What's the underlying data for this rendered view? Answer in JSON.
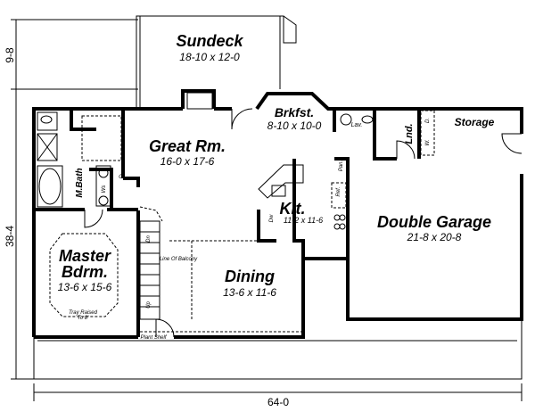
{
  "rooms": {
    "sundeck": {
      "name": "Sundeck",
      "size": "18-10 x 12-0"
    },
    "great_room": {
      "name": "Great Rm.",
      "size": "16-0 x 17-6"
    },
    "breakfast": {
      "name": "Brkfst.",
      "size": "8-10 x 10-0"
    },
    "kitchen": {
      "name": "Kit.",
      "size": "11-2 x 11-6"
    },
    "garage": {
      "name": "Double Garage",
      "size": "21-8 x 20-8"
    },
    "dining": {
      "name": "Dining",
      "size": "13-6 x 11-6"
    },
    "master": {
      "name_line1": "Master",
      "name_line2": "Bdrm.",
      "size": "13-6 x 15-6"
    },
    "master_bath": {
      "name": "M.Bath"
    },
    "storage": {
      "name": "Storage"
    },
    "lav": {
      "name": "Lav."
    },
    "laundry": {
      "name": "Lnd."
    }
  },
  "labels": {
    "washer": "W.",
    "dryer": "D.",
    "dishwasher": "Dw",
    "refrigerator": "Ref.",
    "pantry": "Pan.",
    "closet": "Cl",
    "vanity": "Ws",
    "stair_down": "Dn",
    "stair_up": "Up",
    "balcony": "Line Of Balcony",
    "tray_line1": "Tray Raised",
    "tray_line2": "To 8'",
    "plant_shelf": "Plant Shelf"
  },
  "dimensions": {
    "deck_depth": "9-8",
    "house_depth": "38-4",
    "house_width": "64-0"
  }
}
